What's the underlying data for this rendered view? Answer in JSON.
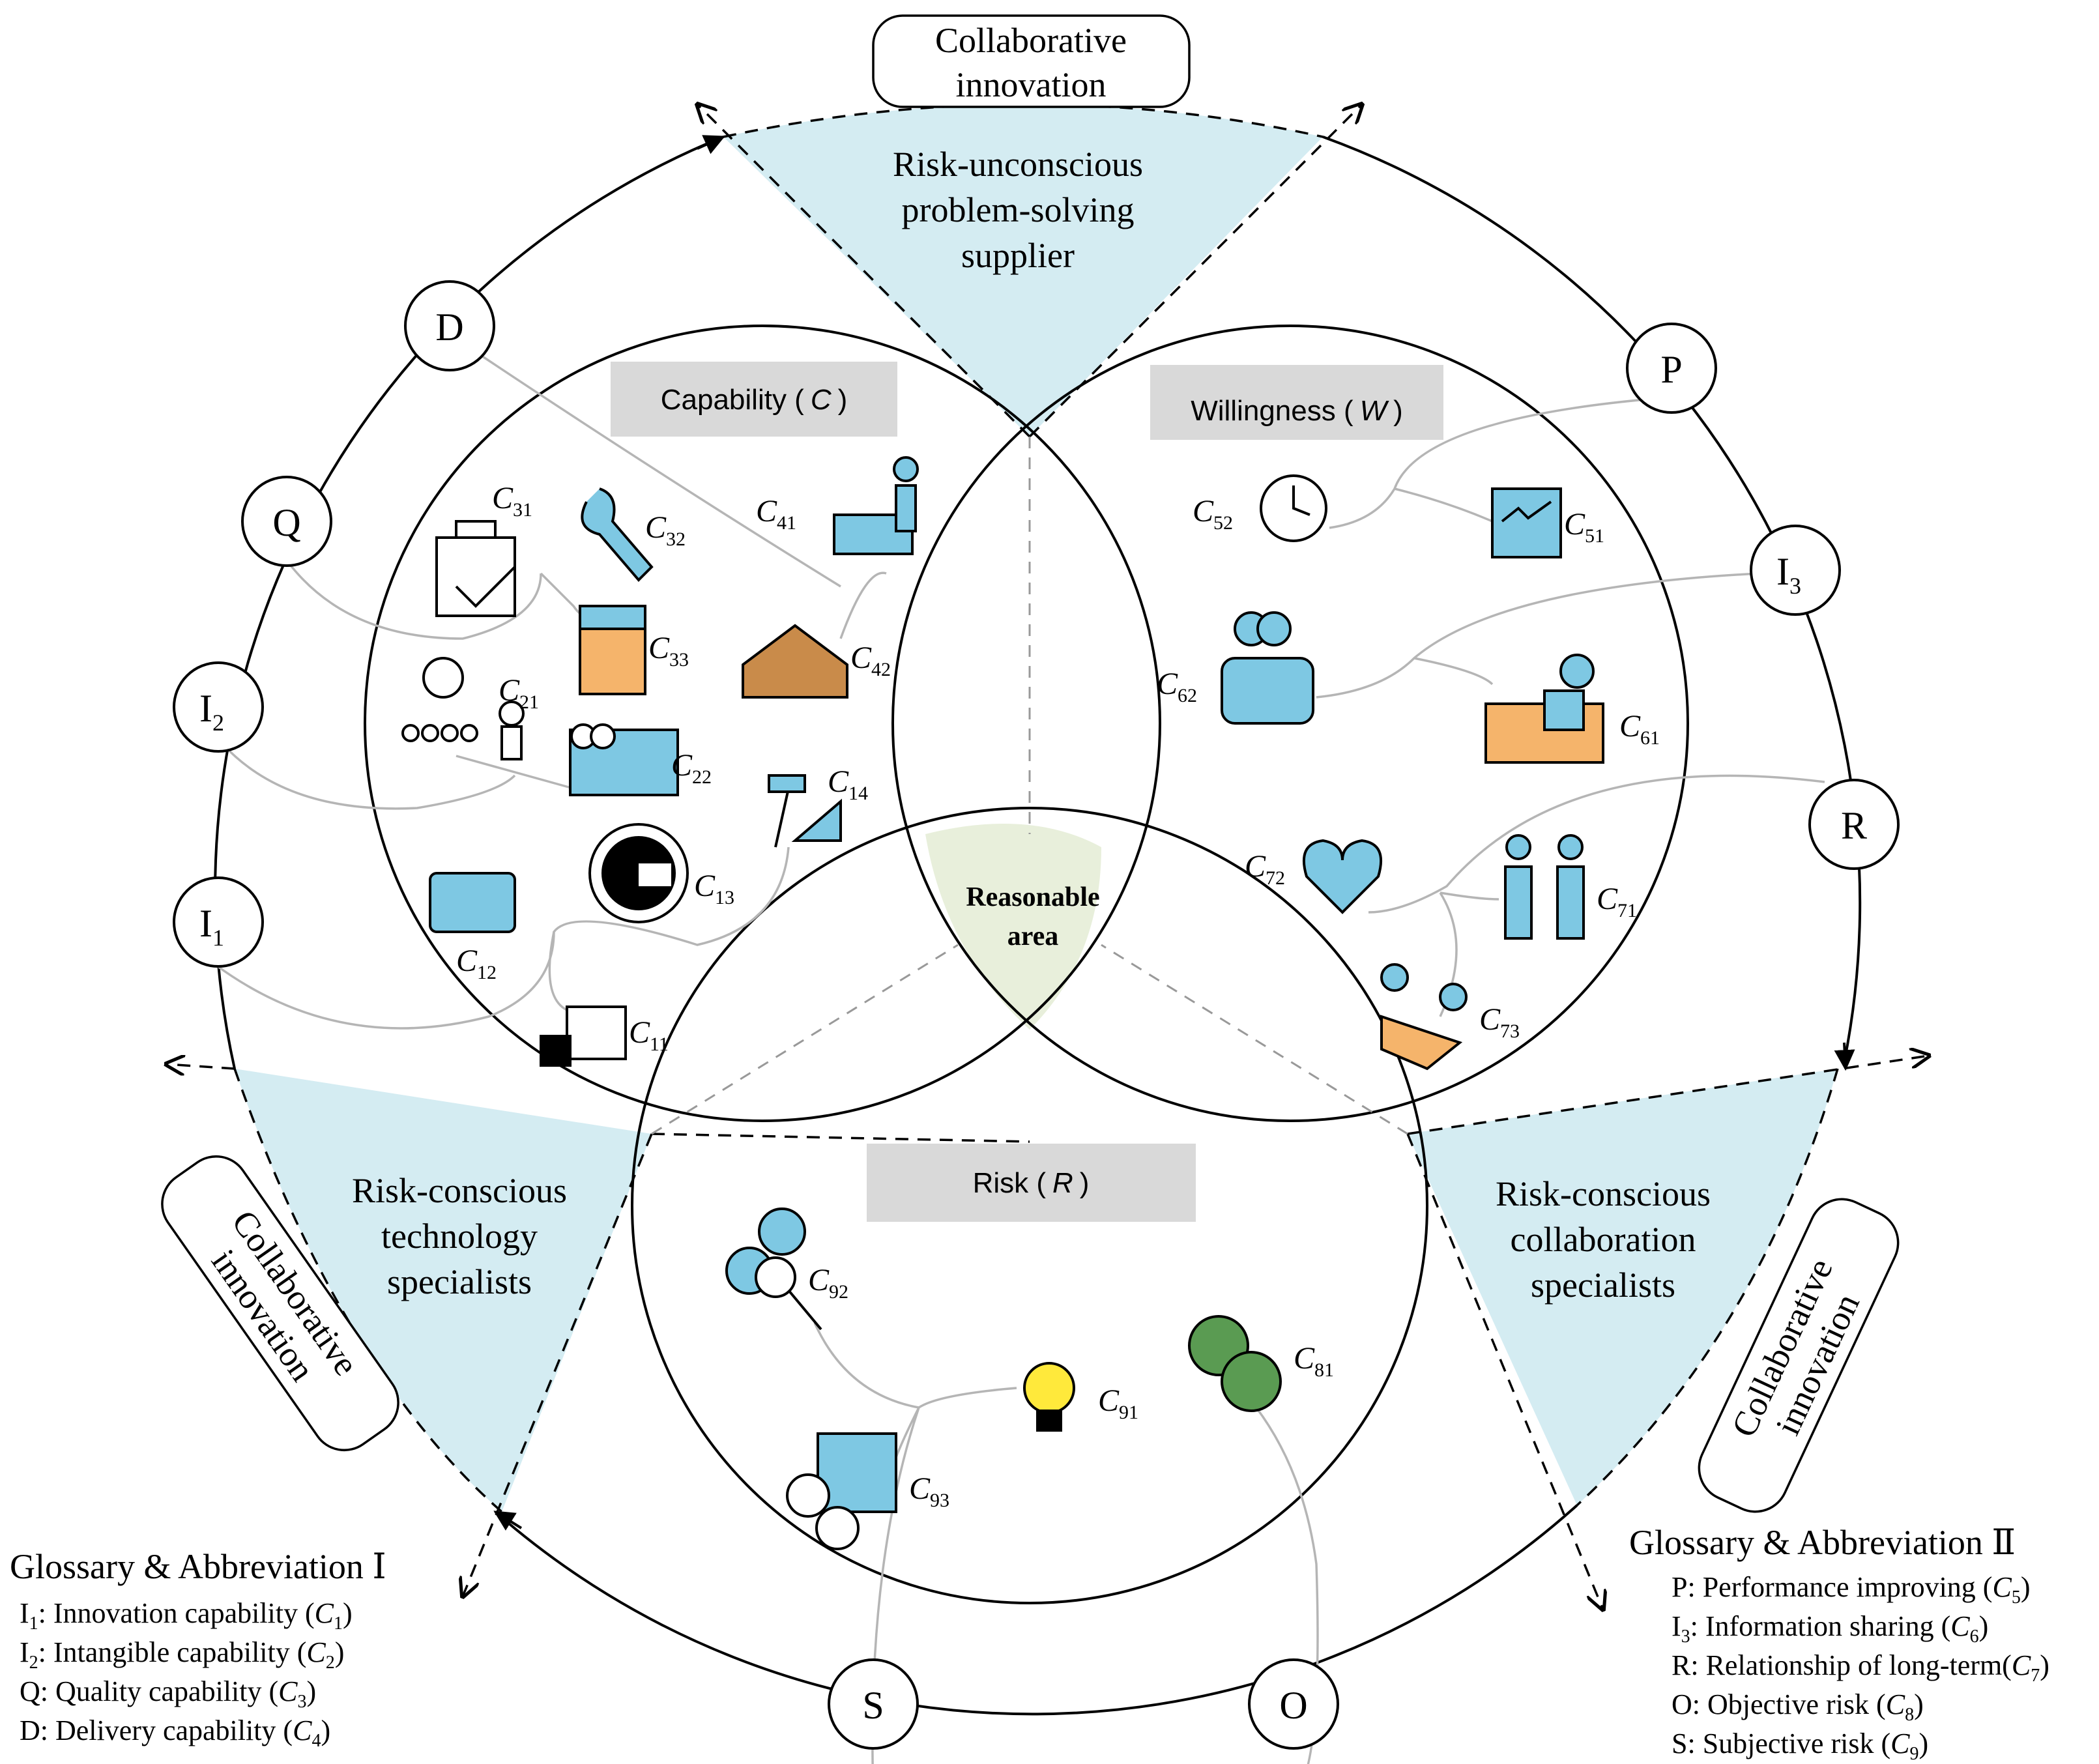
{
  "top_box": {
    "line1": "Collaborative",
    "line2": "innovation"
  },
  "left_box": {
    "line1": "Collaborative",
    "line2": "innovation"
  },
  "right_box": {
    "line1": "Collaborative",
    "line2": "innovation"
  },
  "top_wedge": {
    "line1": "Risk-unconscious",
    "line2": "problem-solving",
    "line3": "supplier"
  },
  "left_wedge": {
    "line1": "Risk-conscious",
    "line2": "technology",
    "line3": "specialists"
  },
  "right_wedge": {
    "line1": "Risk-conscious",
    "line2": "collaboration",
    "line3": "specialists"
  },
  "center": {
    "line1": "Reasonable",
    "line2": "area"
  },
  "sets": {
    "capability": {
      "name": "Capability (",
      "sym": "C",
      "close": ")"
    },
    "willingness": {
      "name": "Willingness (",
      "sym": "W",
      "close": ")"
    },
    "risk": {
      "name": "Risk (",
      "sym": "R",
      "close": ")"
    }
  },
  "nodes": {
    "D": "D",
    "Q": "Q",
    "I2": "I",
    "I2_sub": "2",
    "I1": "I",
    "I1_sub": "1",
    "P": "P",
    "I3": "I",
    "I3_sub": "3",
    "R": "R",
    "S": "S",
    "O": "O"
  },
  "labels": {
    "C31": {
      "c": "C",
      "s": "31"
    },
    "C32": {
      "c": "C",
      "s": "32"
    },
    "C33": {
      "c": "C",
      "s": "33"
    },
    "C41": {
      "c": "C",
      "s": "41"
    },
    "C42": {
      "c": "C",
      "s": "42"
    },
    "C21": {
      "c": "C",
      "s": "21"
    },
    "C22": {
      "c": "C",
      "s": "22"
    },
    "C14": {
      "c": "C",
      "s": "14"
    },
    "C13": {
      "c": "C",
      "s": "13"
    },
    "C12": {
      "c": "C",
      "s": "12"
    },
    "C11": {
      "c": "C",
      "s": "11"
    },
    "C52": {
      "c": "C",
      "s": "52"
    },
    "C51": {
      "c": "C",
      "s": "51"
    },
    "C62": {
      "c": "C",
      "s": "62"
    },
    "C61": {
      "c": "C",
      "s": "61"
    },
    "C72": {
      "c": "C",
      "s": "72"
    },
    "C71": {
      "c": "C",
      "s": "71"
    },
    "C73": {
      "c": "C",
      "s": "73"
    },
    "C92": {
      "c": "C",
      "s": "92"
    },
    "C91": {
      "c": "C",
      "s": "91"
    },
    "C81": {
      "c": "C",
      "s": "81"
    },
    "C93": {
      "c": "C",
      "s": "93"
    }
  },
  "glossary1": {
    "title": "Glossary & Abbreviation Ⅰ",
    "items": [
      {
        "key": "I",
        "key_sub": "1",
        "text": ": Innovation capability (",
        "c": "C",
        "c_sub": "1",
        "close": ")"
      },
      {
        "key": "I",
        "key_sub": "2",
        "text": ": Intangible  capability (",
        "c": "C",
        "c_sub": "2",
        "close": ")"
      },
      {
        "key": "Q",
        "key_sub": "",
        "text": ": Quality capability (",
        "c": "C",
        "c_sub": "3",
        "close": ")"
      },
      {
        "key": "D",
        "key_sub": "",
        "text": ": Delivery capability (",
        "c": "C",
        "c_sub": "4",
        "close": ")"
      }
    ]
  },
  "glossary2": {
    "title": "Glossary & Abbreviation Ⅱ",
    "items": [
      {
        "key": "P",
        "key_sub": "",
        "text": ": Performance improving (",
        "c": "C",
        "c_sub": "5",
        "close": ")"
      },
      {
        "key": "I",
        "key_sub": "3",
        "text": ": Information sharing (",
        "c": "C",
        "c_sub": "6",
        "close": ")"
      },
      {
        "key": "R",
        "key_sub": "",
        "text": ": Relationship of long-term(",
        "c": "C",
        "c_sub": "7",
        "close": ")"
      },
      {
        "key": "O",
        "key_sub": "",
        "text": ": Objective risk (",
        "c": "C",
        "c_sub": "8",
        "close": ")"
      },
      {
        "key": "S",
        "key_sub": "",
        "text": ": Subjective risk (",
        "c": "C",
        "c_sub": "9",
        "close": ")"
      }
    ]
  },
  "colors": {
    "wedge": "#d4ecf2",
    "center": "#e8efdb",
    "icon": "#7ec8e3",
    "label_box": "#d9d9d9"
  }
}
